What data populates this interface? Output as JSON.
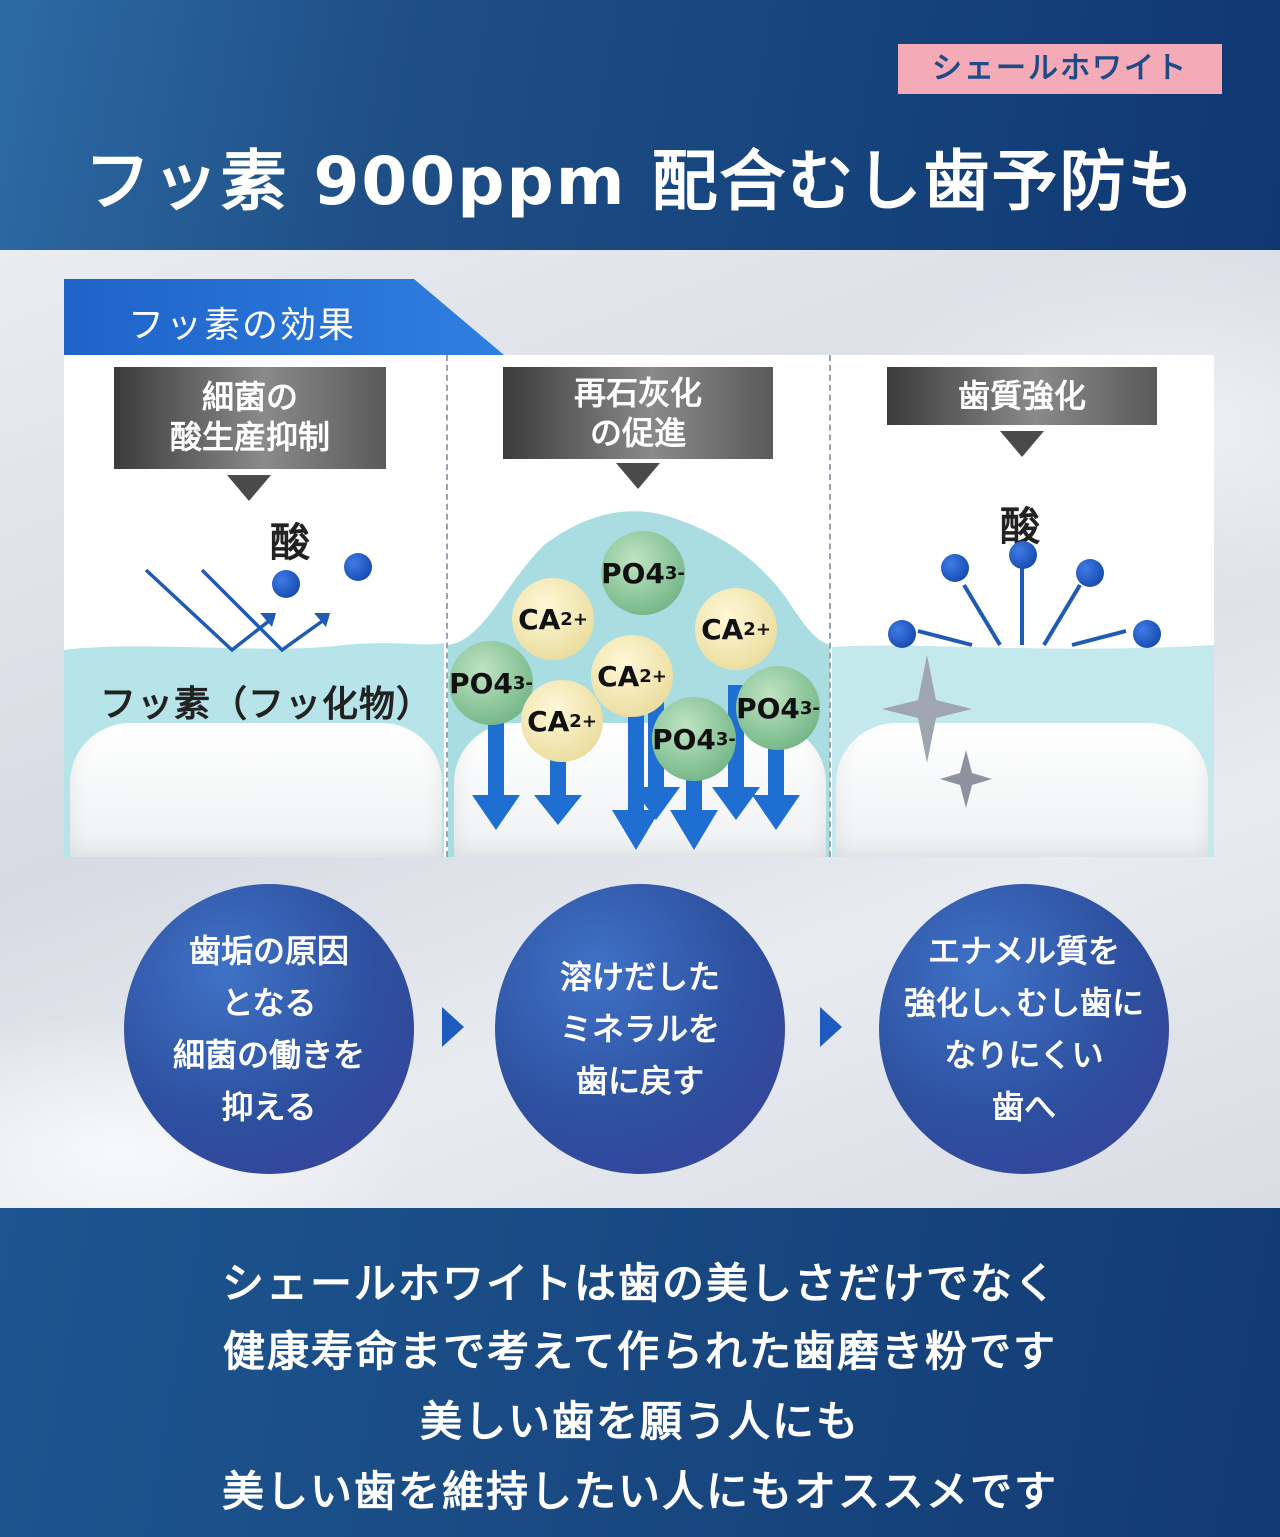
{
  "header": {
    "badge": "シェールホワイト",
    "title": "フッ素 900ppm 配合むし歯予防も"
  },
  "section": {
    "tab_label": "フッ素の効果"
  },
  "columns": [
    {
      "tag_line1": "細菌の",
      "tag_line2": "酸生産抑制",
      "acid": "酸",
      "fluoride_label": "フッ素（フッ化物）"
    },
    {
      "tag_line1": "再石灰化",
      "tag_line2": "の促進"
    },
    {
      "tag_line1": "歯質強化",
      "acid": "酸"
    }
  ],
  "ions": {
    "ca": "CA",
    "ca_charge": "2+",
    "po": "PO4",
    "po_charge": "3-"
  },
  "circles": [
    {
      "lines": [
        "歯垢の原因",
        "となる",
        "細菌の働きを",
        "抑える"
      ]
    },
    {
      "lines": [
        "溶けだした",
        "ミネラルを",
        "歯に戻す"
      ]
    },
    {
      "lines": [
        "エナメル質を",
        "強化し､むし歯に",
        "なりにくい",
        "歯へ"
      ]
    }
  ],
  "footer": {
    "lines": [
      "シェールホワイトは歯の美しさだけでなく",
      "健康寿命まで考えて作られた歯磨き粉です",
      "美しい歯を願う人にも",
      "美しい歯を維持したい人にもオススメです"
    ]
  },
  "colors": {
    "header_bg": "#1f4f86",
    "badge_bg": "#f4aab7",
    "accent_blue": "#1f63c9",
    "circle": "#2d4f9e"
  }
}
